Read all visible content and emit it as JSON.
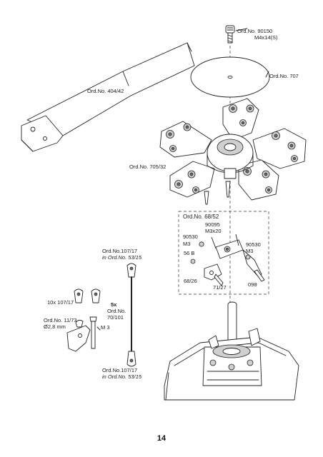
{
  "labels": {
    "screw_ordno": "Ord.No. 90150",
    "screw_spec": "M4x14(S)",
    "disc": "Ord.No. 707",
    "blade": "Ord.No. 404/42",
    "head": "Ord.No. 705/32",
    "group_title": "Ord.No. 68/52",
    "p90095": "90095",
    "p90095_spec": "M3x20",
    "p90530_left": "90530",
    "p90530_left_spec": "M3",
    "p90530_right": "90530",
    "p90530_right_spec": "M3",
    "p56b": "56 B",
    "p68_26": "68/26",
    "p71_27": "71/27",
    "p098": "098",
    "rod_top_ordno": "Ord.No.107/17",
    "rod_top_in": "in Ord.No. 53/15",
    "rod_count": "5x",
    "rod_ordno": "Ord.No.",
    "rod_ordno_val": "70/101",
    "rod_bottom_ordno": "Ord.No.107/17",
    "rod_bottom_in": "in Ord.No. 53/15",
    "ball_links": "10x 107/17",
    "pin_ordno": "Ord.No. 11/73",
    "pin_diameter": "Ø2,8 mm",
    "pin_thread": "M 3"
  },
  "page_number": "14"
}
